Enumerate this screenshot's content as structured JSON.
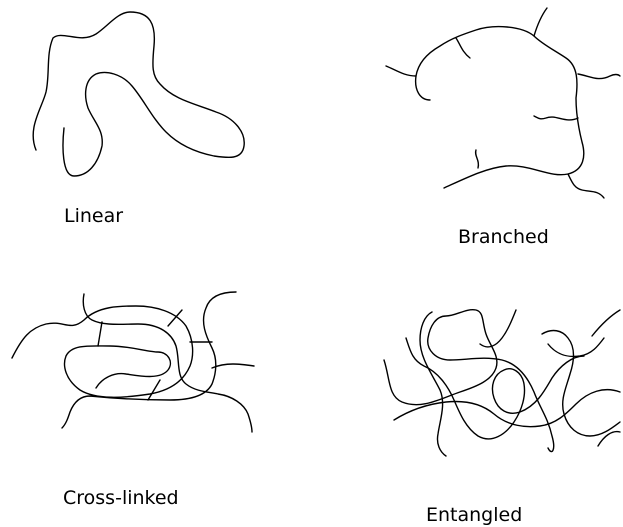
{
  "labels": {
    "linear": "Linear",
    "branched": "Branched",
    "cross_linked": "Cross-linked",
    "entangled": "Entangled"
  },
  "colors": {
    "stroke": "#000000",
    "background": "#ffffff"
  }
}
